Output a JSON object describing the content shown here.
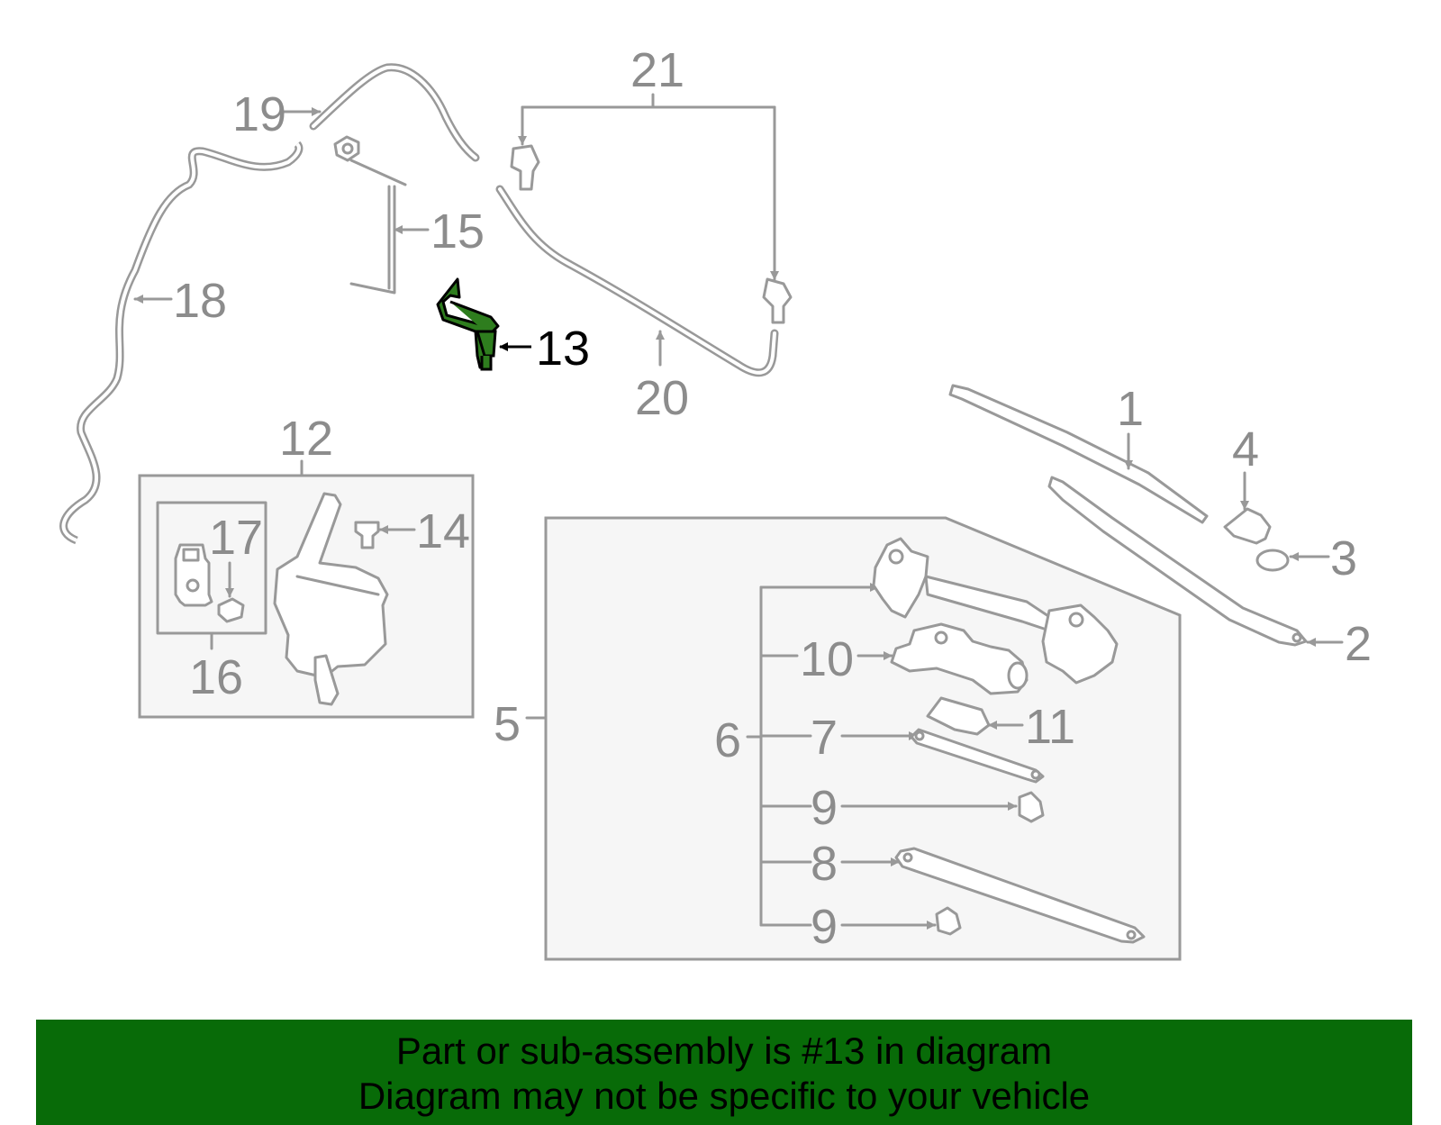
{
  "diagram": {
    "callouts": {
      "c1": "1",
      "c2": "2",
      "c3": "3",
      "c4": "4",
      "c5": "5",
      "c6": "6",
      "c7": "7",
      "c8": "8",
      "c9a": "9",
      "c9b": "9",
      "c10": "10",
      "c11": "11",
      "c12": "12",
      "c13": "13",
      "c14": "14",
      "c15": "15",
      "c16": "16",
      "c17": "17",
      "c18": "18",
      "c19": "19",
      "c20": "20",
      "c21": "21"
    },
    "highlighted_part": "13",
    "colors": {
      "highlight_fill": "#2e7d1e",
      "line": "#999999",
      "banner": "#086b08"
    }
  },
  "banner": {
    "line1": "Part or sub-assembly is #13 in diagram",
    "line2": "Diagram may not be specific to your vehicle"
  }
}
